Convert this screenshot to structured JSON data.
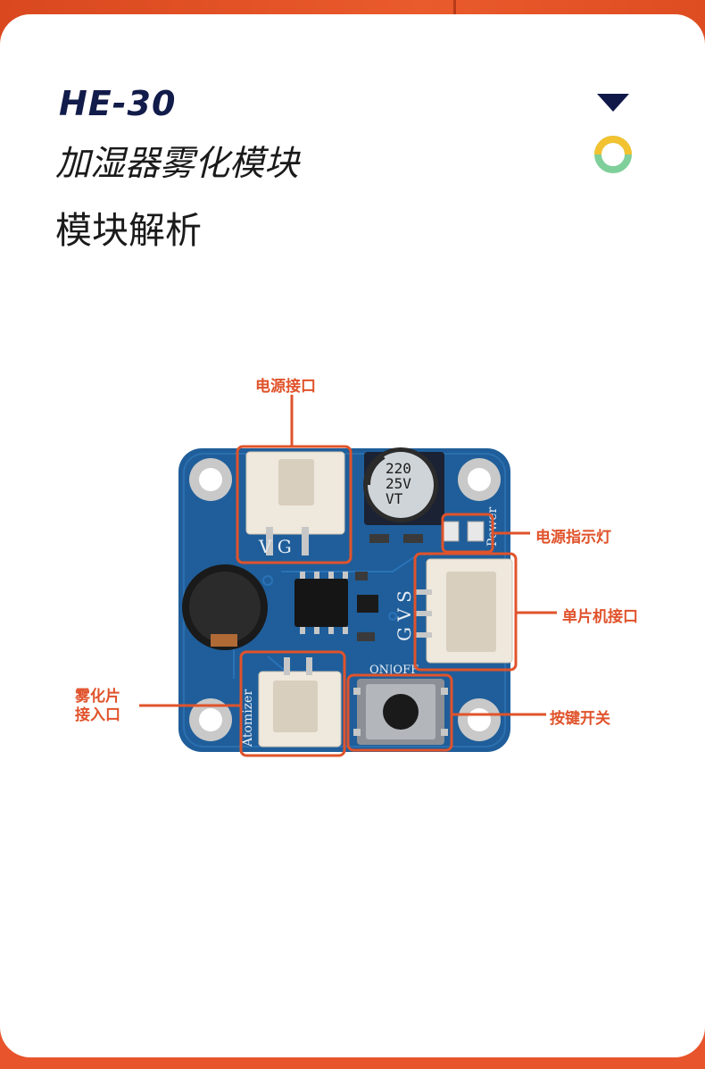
{
  "header": {
    "model": "HE-30",
    "subtitle": "加湿器雾化模块",
    "section_title": "模块解析"
  },
  "colors": {
    "accent": "#e0532b",
    "navy": "#121c4a",
    "board_blue": "#1f5e9a",
    "ring_yellow": "#f2c230",
    "ring_green": "#7fcf9a"
  },
  "icons": [
    "triangle-down-icon",
    "ring-icon"
  ],
  "board": {
    "capacitor_lines": [
      "220",
      "25V",
      "VT"
    ],
    "power_pins": "V G",
    "mcu_pins": "G V S",
    "power_silk": "Power",
    "switch_silk": "ON|OFF",
    "atomizer_silk": "Atomizer"
  },
  "callouts": {
    "power_port": "电源接口",
    "power_led": "电源指示灯",
    "mcu_port": "单片机接口",
    "atomizer_port_line1": "雾化片",
    "atomizer_port_line2": "接入口",
    "push_switch": "按键开关"
  }
}
